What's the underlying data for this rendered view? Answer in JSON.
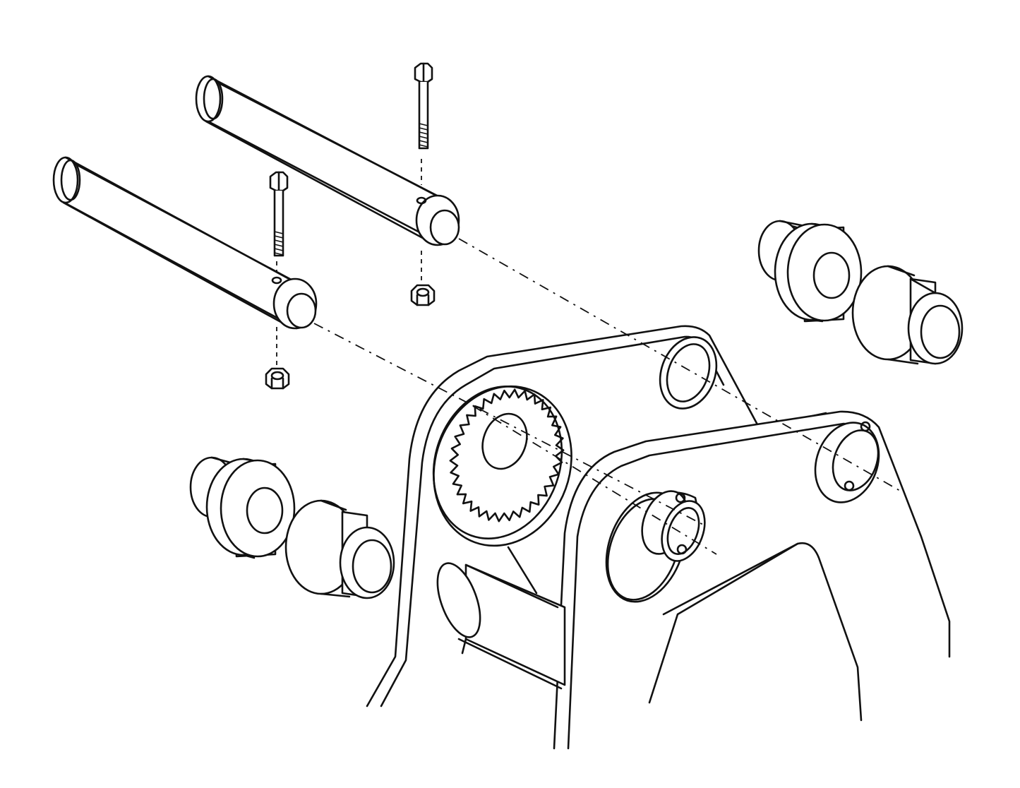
{
  "figure": {
    "type": "exploded-assembly-line-drawing",
    "line_color": "#111111",
    "background": "#ffffff",
    "parts": [
      "pin",
      "pin",
      "bolt",
      "bolt",
      "nut",
      "nut",
      "bushing-pair",
      "bushing-pair",
      "spline-hub",
      "boom-bracket"
    ]
  }
}
